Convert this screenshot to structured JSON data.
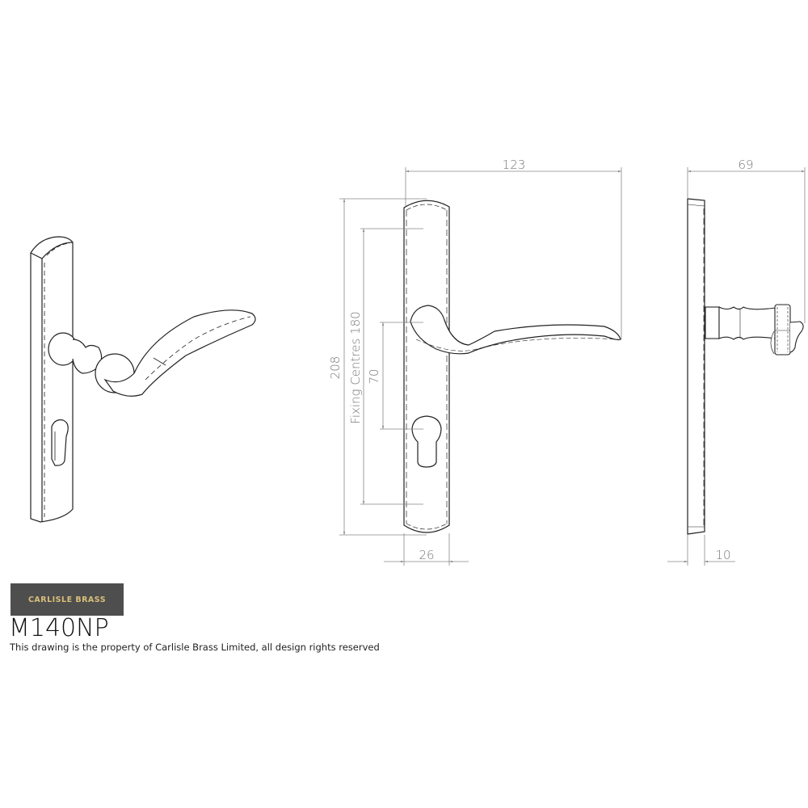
{
  "brand": {
    "logo_text": "CARLISLE BRASS",
    "logo_bg_color": "#4e4e4e",
    "logo_text_color": "#d9bf7a"
  },
  "product": {
    "model": "M140NP",
    "rights_notice": "This drawing is the property of Carlisle Brass Limited, all design rights reserved"
  },
  "views": {
    "isometric": {
      "label": "isometric-view"
    },
    "front": {
      "dimensions": {
        "width_overall": "123",
        "height_overall": "208",
        "fixing_centres": "Fixing Centres 180",
        "lever_to_cylinder": "70",
        "plate_width": "26"
      }
    },
    "side": {
      "dimensions": {
        "projection": "69",
        "plate_thickness": "10"
      }
    }
  },
  "colors": {
    "line": "#222222",
    "dimension_line": "#888888",
    "dimension_text": "#777777"
  }
}
